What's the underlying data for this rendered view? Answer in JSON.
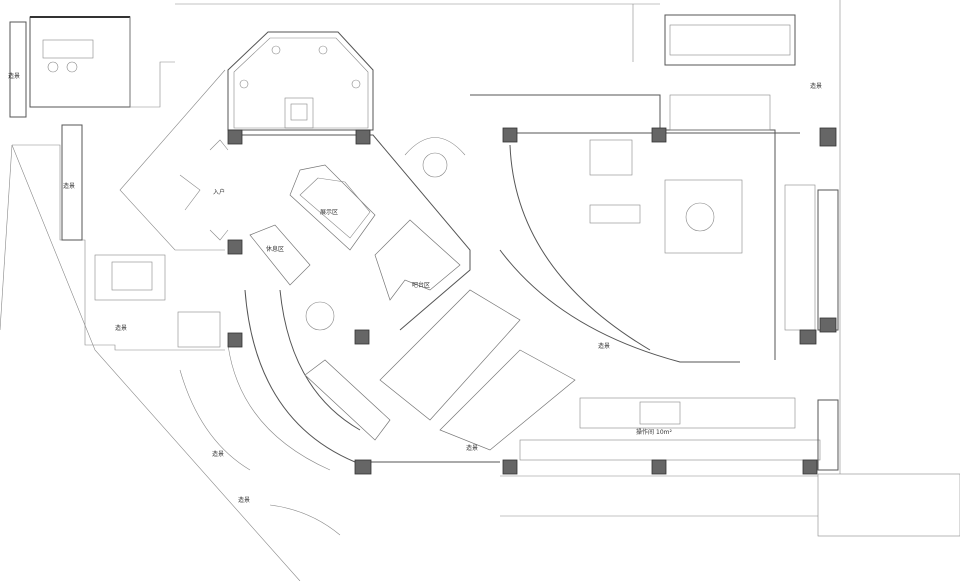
{
  "labels": {
    "landscape": "造景",
    "entrance": "入户",
    "display_area": "展示区",
    "lounge_area": "休息区",
    "bar_area": "吧台区",
    "workroom": "操作间",
    "workroom_area": "10m²"
  },
  "colors": {
    "line": "#555555",
    "column": "#666666",
    "background": "#ffffff"
  }
}
